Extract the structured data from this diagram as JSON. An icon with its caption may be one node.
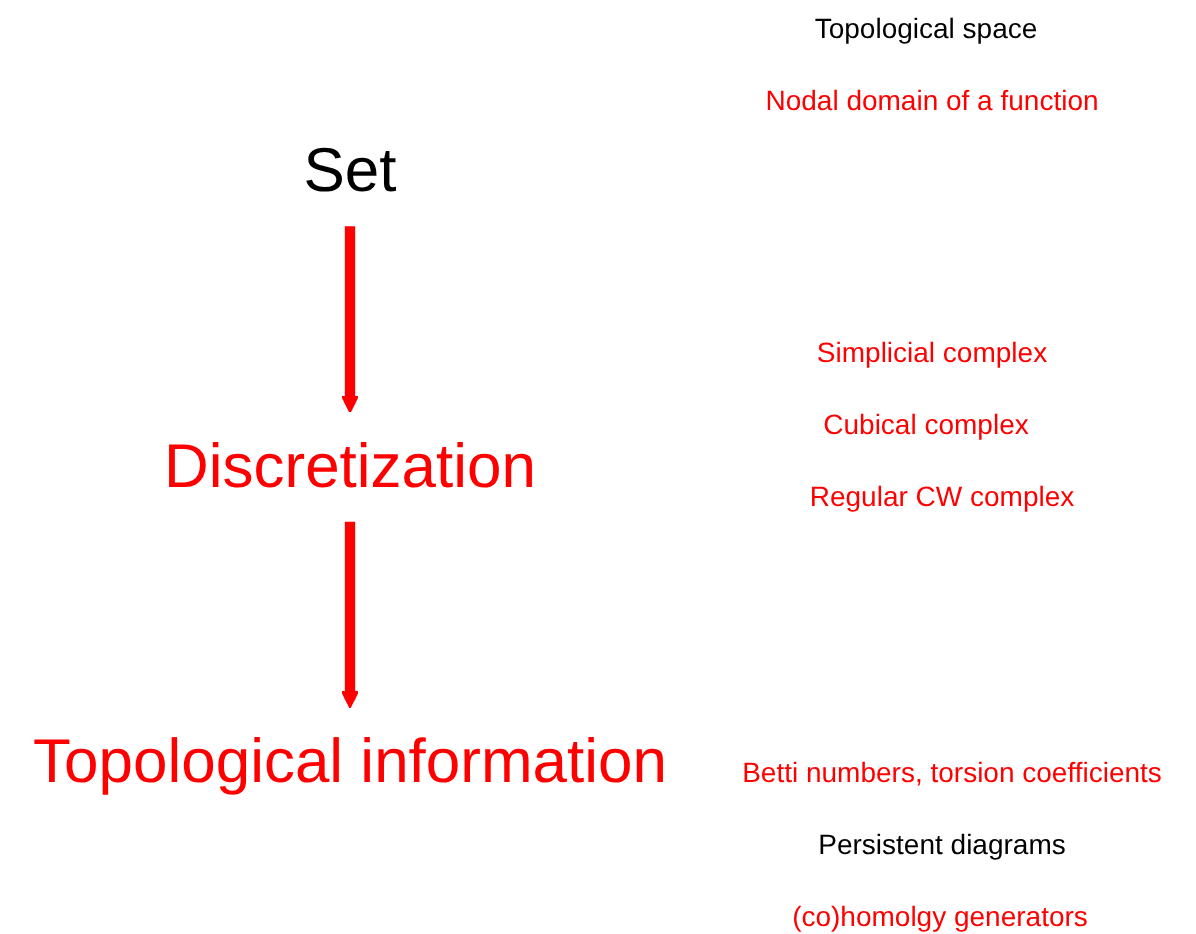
{
  "diagram": {
    "nodes": [
      {
        "text": [
          "Set"
        ]
      },
      {
        "text": [
          "Discretization"
        ]
      },
      {
        "text": [
          "Topological information"
        ]
      }
    ],
    "edges": [
      {
        "from": 0,
        "to": 1,
        "arrow": "to"
      },
      {
        "from": 1,
        "to": 2,
        "arrow": "to"
      }
    ],
    "labels": [
      "Topological space",
      "Nodal domain of a function",
      "Simplicial complex",
      "Cubical complex",
      "Regular CW complex",
      "Betti numbers, torsion coefficients",
      "Persistent diagrams",
      "(co)homolgy generators"
    ]
  }
}
